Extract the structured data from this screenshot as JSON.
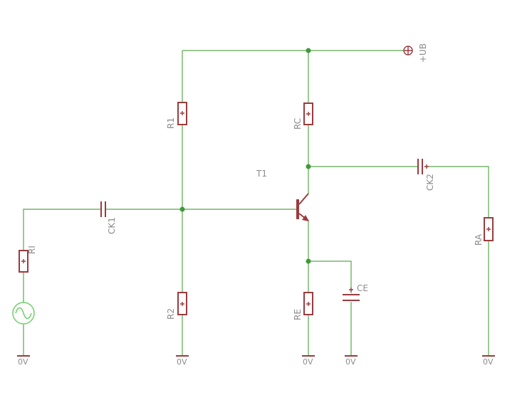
{
  "schematic": {
    "labels": {
      "supply": "+UB",
      "transistor": "T1",
      "r1": "R1",
      "r2": "R2",
      "rc": "RC",
      "re": "RE",
      "ri": "RI",
      "ra": "RA",
      "ck1": "CK1",
      "ck2": "CK2",
      "ce": "CE",
      "ground": "0V"
    },
    "colors": {
      "wire": "#5aa64a",
      "junction": "#3f9a3a",
      "component": "#9b3b3e",
      "label": "#8c8c8c",
      "source": "#6fcf6a"
    }
  }
}
